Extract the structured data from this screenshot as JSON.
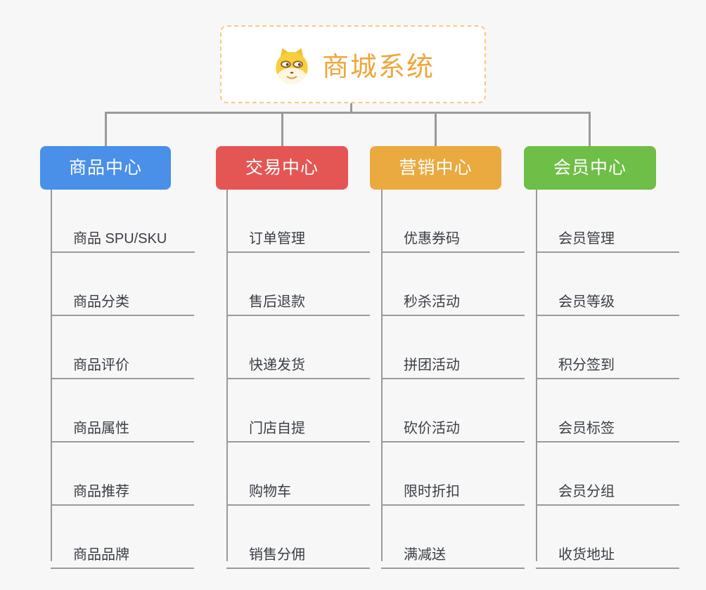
{
  "theme": {
    "background": "#f7f7f8",
    "connector_color": "#9a9a9a",
    "item_text_color": "#3a3e44",
    "root_accent_color": "#efa63d",
    "root_border_color": "#f7cc82"
  },
  "root": {
    "title": "商城系统",
    "icon": "doge-dog-icon"
  },
  "branches": [
    {
      "label": "商品中心",
      "color": "#4a8fe8",
      "items": [
        "商品 SPU/SKU",
        "商品分类",
        "商品评价",
        "商品属性",
        "商品推荐",
        "商品品牌"
      ]
    },
    {
      "label": "交易中心",
      "color": "#e45654",
      "items": [
        "订单管理",
        "售后退款",
        "快递发货",
        "门店自提",
        "购物车",
        "销售分佣"
      ]
    },
    {
      "label": "营销中心",
      "color": "#eaaa40",
      "items": [
        "优惠券码",
        "秒杀活动",
        "拼团活动",
        "砍价活动",
        "限时折扣",
        "满减送"
      ]
    },
    {
      "label": "会员中心",
      "color": "#6fbe47",
      "items": [
        "会员管理",
        "会员等级",
        "积分签到",
        "会员标签",
        "会员分组",
        "收货地址"
      ]
    }
  ]
}
